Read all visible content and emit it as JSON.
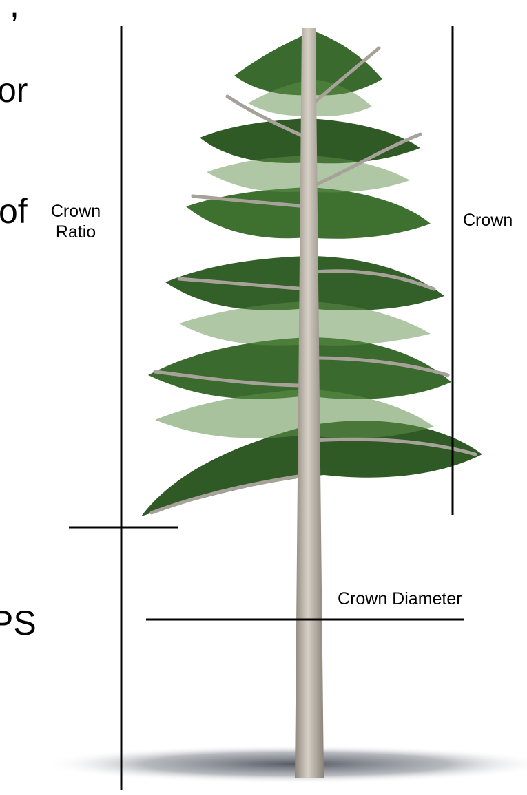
{
  "slide_text_fragments": [
    ",",
    "or",
    "of",
    "PS"
  ],
  "labels": {
    "crown_ratio_line1": "Crown",
    "crown_ratio_line2": "Ratio",
    "crown_right": "Crown",
    "crown_diameter": "Crown Diameter"
  },
  "colors": {
    "foliage_dark": "#2f5a25",
    "foliage_light": "#5f8f4a",
    "trunk": "#b9b2a6",
    "branch": "#a7a299",
    "ground_shadow": "#5a5f68",
    "line": "#000000"
  }
}
